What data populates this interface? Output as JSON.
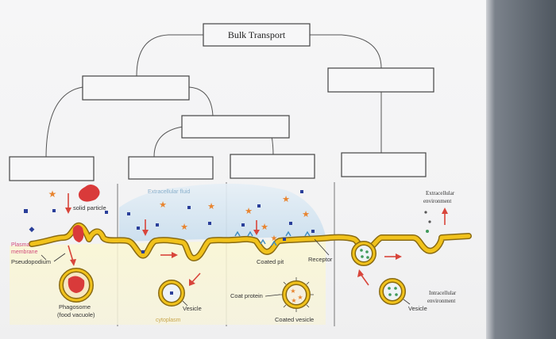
{
  "concept_map": {
    "title": "Bulk Transport"
  },
  "diagram_labels": {
    "solid_particle": "solid particle",
    "extracellular_fluid": "Extracellular fluid",
    "plasma_membrane_line1": "Plasma",
    "plasma_membrane_line2": "membrane",
    "pseudopodium": "Pseudopodium",
    "phagosome_line1": "Phagosome",
    "phagosome_line2": "(food vacuole)",
    "vesicle_left": "Vesicle",
    "cytoplasm": "cytoplasm",
    "coated_pit": "Coated pit",
    "receptor": "Receptor",
    "coat_protein": "Coat protein",
    "coated_vesicle": "Coated vesicle",
    "extracellular_env_line1": "Extracellular",
    "extracellular_env_line2": "environment",
    "intracellular_env_line1": "Intracellular",
    "intracellular_env_line2": "environment",
    "vesicle_right": "Vesicle"
  },
  "colors": {
    "membrane": "#f1c21b",
    "membrane_edge": "#8a6b12",
    "particle_red": "#d93a3a",
    "star_orange": "#e8842f",
    "dot_blue": "#2a3f9a",
    "vesicle_green": "#3f9a5a",
    "arrow_red": "#d8453b",
    "extracellular_tint": "#cfe1ef",
    "cytoplasm_tint": "#fbf6c9"
  }
}
